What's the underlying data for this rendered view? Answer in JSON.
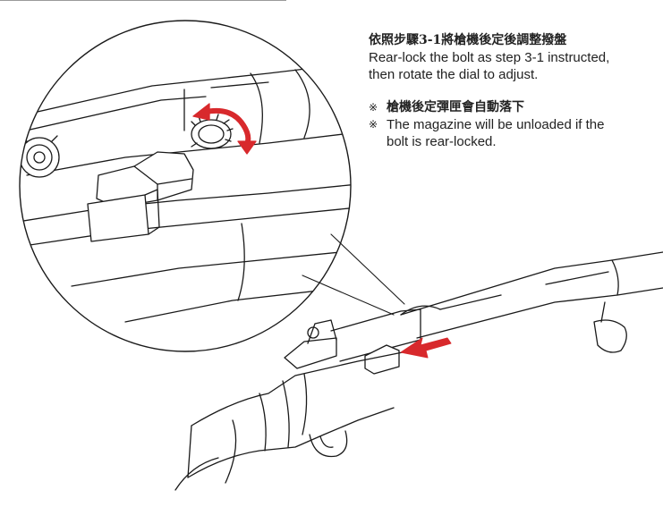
{
  "instruction": {
    "zh": "依照步驟3-1將槍機後定後調整撥盤",
    "en_line1": "Rear-lock the bolt as step 3-1 instructed,",
    "en_line2": "then rotate the dial to adjust."
  },
  "note_zh": {
    "mark": "※",
    "text": "槍機後定彈匣會自動落下"
  },
  "note_en": {
    "mark": "※",
    "line1": "The magazine will be unloaded if the",
    "line2": "bolt is rear-locked."
  },
  "colors": {
    "line": "#1a1a1a",
    "arrow": "#d8292c",
    "rule": "#9a9a9a"
  }
}
